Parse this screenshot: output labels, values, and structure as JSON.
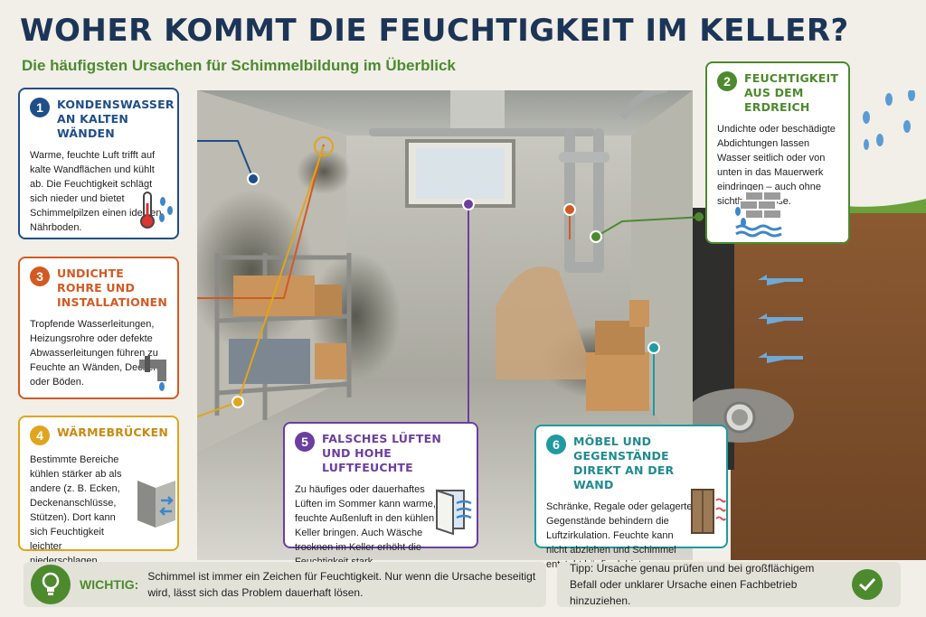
{
  "header": {
    "title": "WOHER KOMMT DIE FEUCHTIGKEIT IM KELLER?",
    "subtitle": "Die häufigsten Ursachen für Schimmelbildung im Überblick"
  },
  "causes": [
    {
      "number": "1",
      "title": "KONDENSWASSER AN KALTEN WÄNDEN",
      "text": "Warme, feuchte Luft trifft auf kalte Wandflächen und kühlt ab. Die Feuchtigkeit schlägt sich nieder und bietet Schimmelpilzen einen idealen Nährboden.",
      "icon": "thermometer-icon"
    },
    {
      "number": "2",
      "title": "FEUCHTIGKEIT AUS DEM ERDREICH",
      "text": "Undichte oder beschädigte Abdichtungen lassen Wasser seitlich oder von unten in das Mauerwerk eindringen – auch ohne sichtbare Nässe.",
      "icon": "brick-wall-water-icon"
    },
    {
      "number": "3",
      "title": "UNDICHTE ROHRE UND INSTALLATIONEN",
      "text": "Tropfende Wasserleitungen, Heizungsrohre oder defekte Abwasserleitungen führen zu Feuchte an Wänden, Decken oder Böden.",
      "icon": "leaking-pipe-icon"
    },
    {
      "number": "4",
      "title": "WÄRMEBRÜCKEN",
      "text": "Bestimmte Bereiche kühlen stärker ab als andere (z. B. Ecken, Deckenanschlüsse, Stützen). Dort kann sich Feuchtigkeit leichter niederschlagen.",
      "icon": "corner-thermal-bridge-icon"
    },
    {
      "number": "5",
      "title": "FALSCHES LÜFTEN UND HOHE LUFTFEUCHTE",
      "text": "Zu häufiges oder dauerhaftes Lüften im Sommer kann warme, feuchte Außenluft in den kühlen Keller bringen. Auch Wäsche trocknen im Keller erhöht die Feuchtigkeit stark.",
      "icon": "open-window-icon"
    },
    {
      "number": "6",
      "title": "MÖBEL UND GEGENSTÄNDE DIREKT AN DER WAND",
      "text": "Schränke, Regale oder gelagerte Gegenstände behindern die Luftzirkulation. Feuchte kann nicht abziehen und Schimmel entsteht häufig dahinter.",
      "icon": "wardrobe-icon"
    }
  ],
  "footer": {
    "important_label": "WICHTIG:",
    "important_text": "Schimmel ist immer ein Zeichen für Feuchtigkeit. Nur wenn die Ursache beseitigt wird, lässt sich das Problem dauerhaft lösen.",
    "tip_text": "Tipp: Ursache genau prüfen und bei großflächigem Befall oder unklarer Ursache einen Fachbetrieb hinzuziehen.",
    "bulb_icon": "lightbulb-icon",
    "check_icon": "checkmark-icon"
  },
  "colors": {
    "navy": "#1c3557",
    "green": "#4d8a2e",
    "blue": "#1f4e8a",
    "orange": "#d35a22",
    "yellow": "#e0a51e",
    "purple": "#6b3fa0",
    "teal": "#1f9aa0"
  }
}
